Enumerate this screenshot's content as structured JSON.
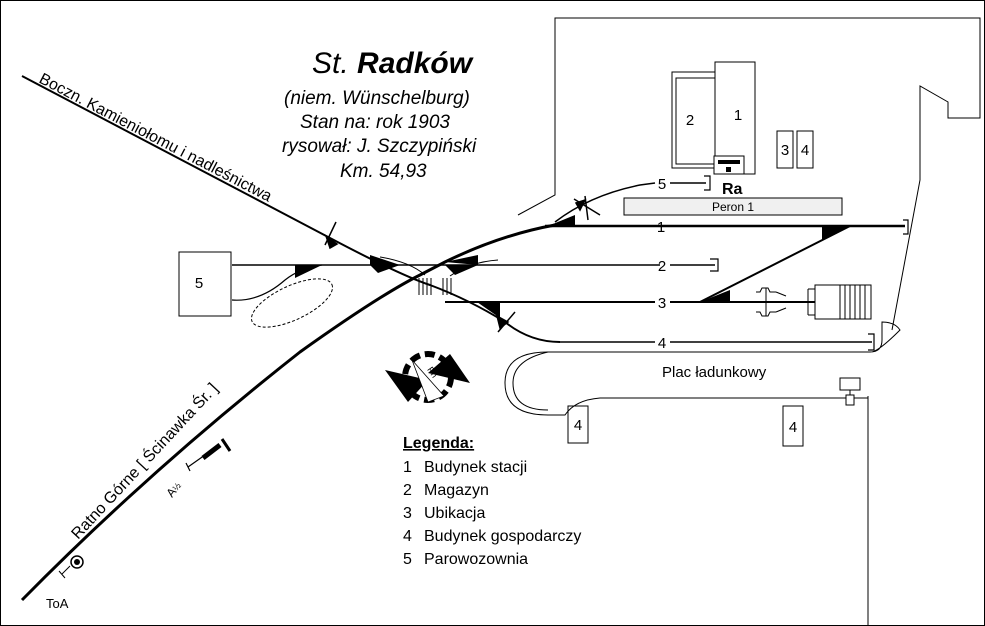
{
  "title": {
    "prefix": "St.",
    "name": "Radków",
    "line1": "(niem. Wünschelburg)",
    "line2": "Stan na: rok 1903",
    "line3": "rysował: J. Szczypiński",
    "line4": "Km. 54,93"
  },
  "lines": {
    "siding": "Boczn. Kamieniołomu i  nadleśnictwa",
    "main_line": "Ratno Górne [ Ścinawka Śr. ]"
  },
  "tracks": [
    "1",
    "2",
    "3",
    "4",
    "5"
  ],
  "platform": "Peron 1",
  "signal_box": "Ra",
  "loading_yard": "Plac ładunkowy",
  "buildings": {
    "b1": "1",
    "b2": "2",
    "b3": "3",
    "b4a": "4",
    "b4b": "4",
    "b4c": "4",
    "b5": "5"
  },
  "signals": {
    "distant": "A",
    "distant_sub": "½",
    "toa": "ToA"
  },
  "compass": "Pn",
  "legend": {
    "title": "Legenda:",
    "items": [
      {
        "num": "1",
        "label": "Budynek stacji"
      },
      {
        "num": "2",
        "label": "Magazyn"
      },
      {
        "num": "3",
        "label": "Ubikacja"
      },
      {
        "num": "4",
        "label": "Budynek gospodarczy"
      },
      {
        "num": "5",
        "label": "Parowozownia"
      }
    ]
  },
  "colors": {
    "ink": "#000000",
    "platform_fill": "#f0f0f0",
    "paper": "#ffffff"
  }
}
